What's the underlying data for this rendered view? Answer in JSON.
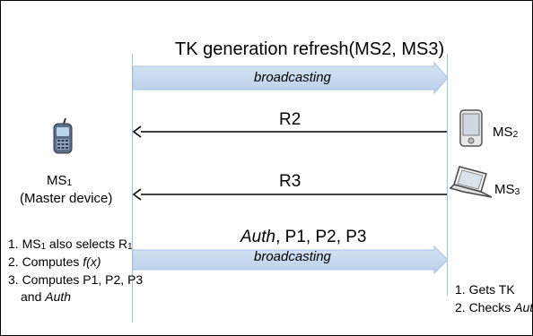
{
  "title": "TK generation refresh(MS2, MS3)",
  "broadcast1_label": "broadcasting",
  "broadcast2_label": "broadcasting",
  "r2_label": "R2",
  "r3_label": "R3",
  "auth_msg": {
    "auth": "Auth",
    "rest": ", P1, P2, P3"
  },
  "ms1": {
    "name": "MS",
    "sub": "1",
    "role": "(Master device)"
  },
  "ms2": {
    "name": "MS",
    "sub": "2"
  },
  "ms3": {
    "name": "MS",
    "sub": "3"
  },
  "ms1_steps": {
    "s1_prefix": "1. MS",
    "s1_sub": "1",
    "s1_mid": " also selects R",
    "s1_sub2": "1",
    "s2_prefix": "2. Computes ",
    "s2_italic": "f(x)",
    "s3_line1": "3. Computes P1, P2, P3",
    "s3_line2_prefix": "and ",
    "s3_line2_italic": "Auth"
  },
  "recv_steps": {
    "s1": "1. Gets TK",
    "s2_prefix": "2. Checks ",
    "s2_italic": "Auth"
  },
  "colors": {
    "band": "#c5d8ee",
    "band_edge": "#a9c3e2",
    "lifeline": "#a8bfd8",
    "arrow": "#000000"
  },
  "icons": {
    "ms1": "mobile-phone-icon",
    "ms2": "pda-icon",
    "ms3": "laptop-icon"
  }
}
